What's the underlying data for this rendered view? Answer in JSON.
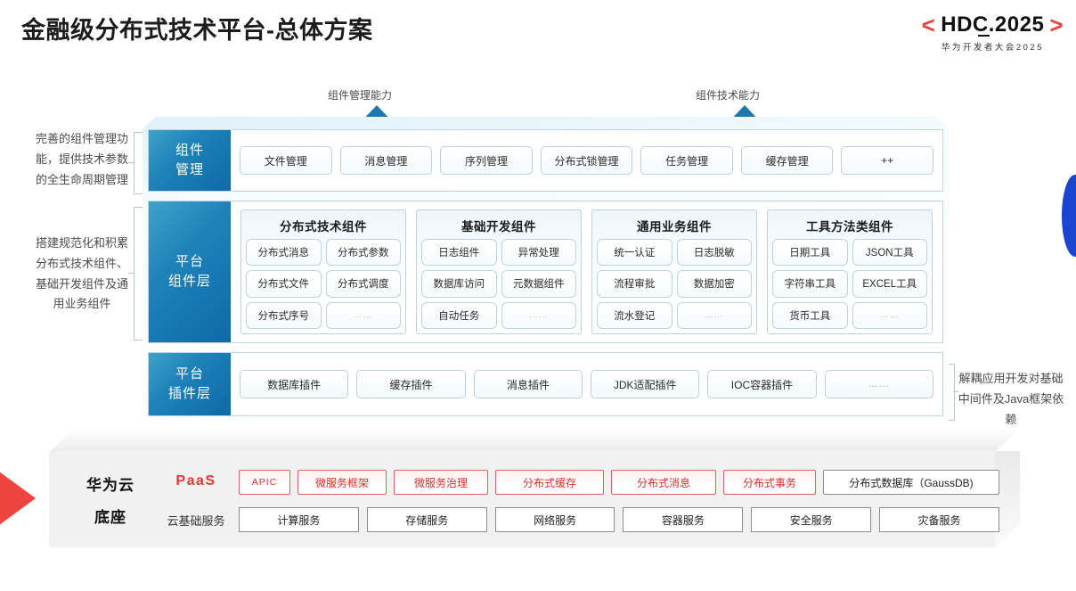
{
  "header": {
    "title": "金融级分布式技术平台-总体方案",
    "logo_bracket_left": "<",
    "logo_bracket_right": ">",
    "logo_main": "HDC.2025",
    "logo_sub": "华为开发者大会2025"
  },
  "arrows": [
    {
      "label": "组件管理能力"
    },
    {
      "label": "组件技术能力"
    }
  ],
  "annotations": {
    "left_1": "完善的组件管理功能，提供技术参数的全生命周期管理",
    "left_2": "搭建规范化和积累分布式技术组件、基础开发组件及通用业务组件",
    "right_1": "解耦应用开发对基础中间件及Java框架依赖"
  },
  "layers": [
    {
      "name": "component-management",
      "title": "组件\n管理",
      "items": [
        "文件管理",
        "消息管理",
        "序列管理",
        "分布式锁管理",
        "任务管理",
        "缓存管理",
        "++"
      ]
    },
    {
      "name": "platform-plugin",
      "title": "平台\n插件层",
      "items": [
        "数据库插件",
        "缓存插件",
        "消息插件",
        "JDK适配插件",
        "IOC容器插件",
        "……"
      ]
    }
  ],
  "component_layer": {
    "title": "平台\n组件层",
    "groups": [
      {
        "title": "分布式技术组件",
        "cells": [
          "分布式消息",
          "分布式参数",
          "分布式文件",
          "分布式调度",
          "分布式序号",
          "……"
        ]
      },
      {
        "title": "基础开发组件",
        "cells": [
          "日志组件",
          "异常处理",
          "数据库访问",
          "元数据组件",
          "自动任务",
          "……"
        ]
      },
      {
        "title": "通用业务组件",
        "cells": [
          "统一认证",
          "日志脱敏",
          "流程审批",
          "数据加密",
          "流水登记",
          "……"
        ]
      },
      {
        "title": "工具方法类组件",
        "cells": [
          "日期工具",
          "JSON工具",
          "字符串工具",
          "EXCEL工具",
          "货币工具",
          "……"
        ]
      }
    ]
  },
  "base": {
    "base_label": "华为云\n底座",
    "paas_label": "PaaS",
    "cloud_label": "云基础服务",
    "paas_items": [
      {
        "label": "APIC",
        "style": "red-small"
      },
      {
        "label": "微服务框架",
        "style": "red"
      },
      {
        "label": "微服务治理",
        "style": "red"
      },
      {
        "label": "分布式缓存",
        "style": "red"
      },
      {
        "label": "分布式消息",
        "style": "red"
      },
      {
        "label": "分布式事务",
        "style": "red"
      },
      {
        "label": "分布式数据库（GaussDB)",
        "style": "gray"
      }
    ],
    "cloud_items": [
      "计算服务",
      "存储服务",
      "网络服务",
      "容器服务",
      "安全服务",
      "灾备服务"
    ]
  },
  "colors": {
    "accent_blue": "#1f83b9",
    "accent_red": "#e03a36",
    "logo_red": "#e8413c",
    "slab_gray": "#f1f1f1",
    "box_border": "#b9d2e3"
  }
}
